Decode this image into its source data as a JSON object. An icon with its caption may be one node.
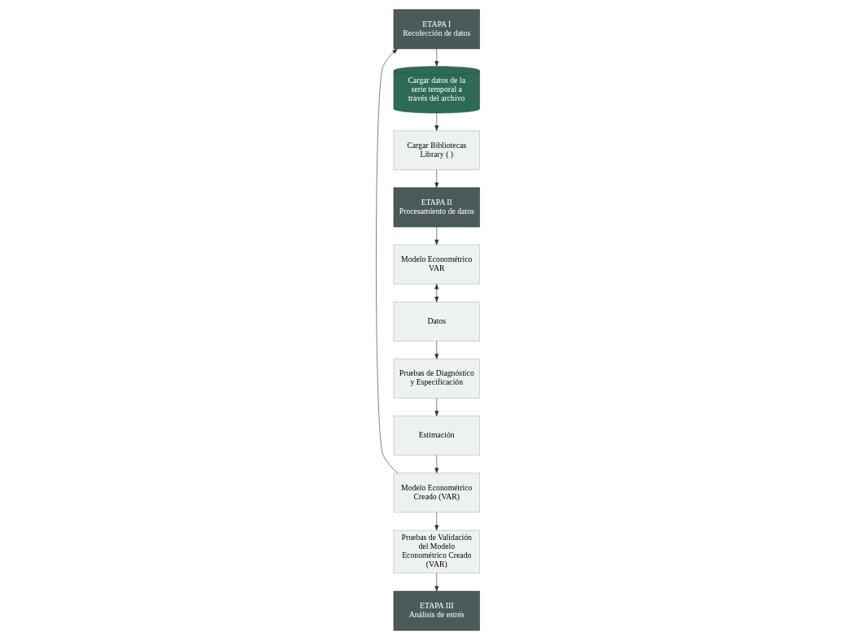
{
  "diagram": {
    "nodes": [
      {
        "text": [
          "ETAPA I",
          "Recolección de datos"
        ]
      },
      {
        "text": [
          "Cargar datos de la serie temporal a través del archivo"
        ]
      },
      {
        "text": [
          "Cargar Bibliotecas Library ( )"
        ]
      },
      {
        "text": [
          "ETAPA II",
          "Procesamiento de datos"
        ]
      },
      {
        "text": [
          "Modelo Econométrico VAR"
        ]
      },
      {
        "text": [
          "Datos"
        ]
      },
      {
        "text": [
          "Pruebas de Diagnóstico y Especificación"
        ]
      },
      {
        "text": [
          "Estimación"
        ]
      },
      {
        "text": [
          "Modelo Econométrico Creado (VAR)"
        ]
      },
      {
        "text": [
          "Pruebas de Validación del Modelo Econométrico Creado (VAR)"
        ]
      },
      {
        "text": [
          "ETAPA III",
          "Análisis de estrés"
        ]
      }
    ],
    "edges": [
      {
        "from": 0,
        "to": 1,
        "arrow": "to"
      },
      {
        "from": 1,
        "to": 2,
        "arrow": "to"
      },
      {
        "from": 2,
        "to": 3,
        "arrow": "to"
      },
      {
        "from": 3,
        "to": 4,
        "arrow": "to"
      },
      {
        "from": 4,
        "to": 5,
        "arrow": "both"
      },
      {
        "from": 5,
        "to": 6,
        "arrow": "to"
      },
      {
        "from": 6,
        "to": 7,
        "arrow": "to"
      },
      {
        "from": 7,
        "to": 8,
        "arrow": "to"
      },
      {
        "from": 8,
        "to": 9,
        "arrow": "to"
      },
      {
        "from": 9,
        "to": 10,
        "arrow": "to"
      },
      {
        "from": 8,
        "to": 0,
        "arrow": "to"
      }
    ]
  }
}
